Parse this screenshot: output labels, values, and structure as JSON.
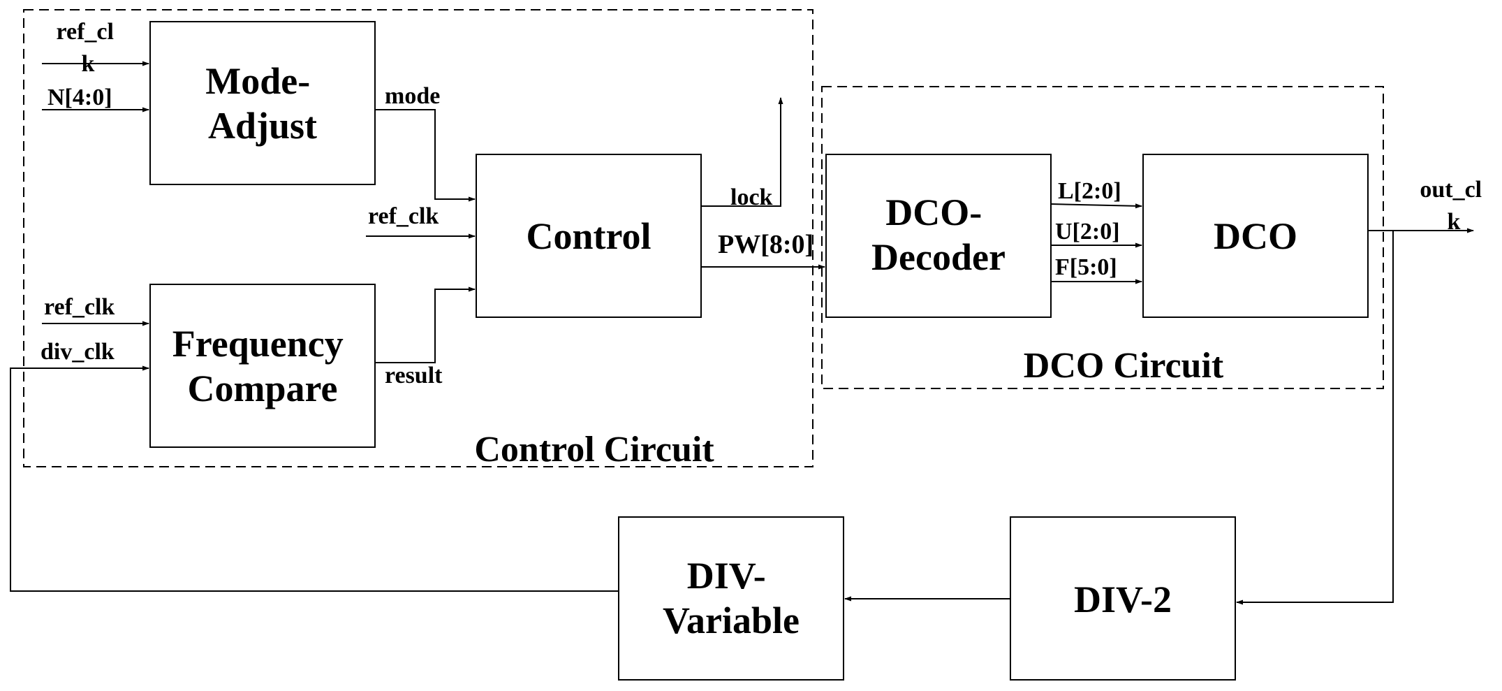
{
  "groups": {
    "control_circuit": "Control Circuit",
    "dco_circuit": "DCO Circuit"
  },
  "blocks": {
    "mode_adjust": [
      "Mode-",
      "Adjust"
    ],
    "frequency_compare": [
      "Frequency",
      "Compare"
    ],
    "control": "Control",
    "dco_decoder": [
      "DCO-",
      "Decoder"
    ],
    "dco": "DCO",
    "div_variable": [
      "DIV-",
      "Variable"
    ],
    "div_2": "DIV-2"
  },
  "signals": {
    "ref_clk_wrapped": [
      "ref_cl",
      "k"
    ],
    "n": "N[4:0]",
    "mode": "mode",
    "ref_clk": "ref_clk",
    "div_clk": "div_clk",
    "result": "result",
    "lock": "lock",
    "pw": "PW[8:0]",
    "l": "L[2:0]",
    "u": "U[2:0]",
    "f": "F[5:0]",
    "out_clk_wrapped": [
      "out_cl",
      "k"
    ]
  }
}
